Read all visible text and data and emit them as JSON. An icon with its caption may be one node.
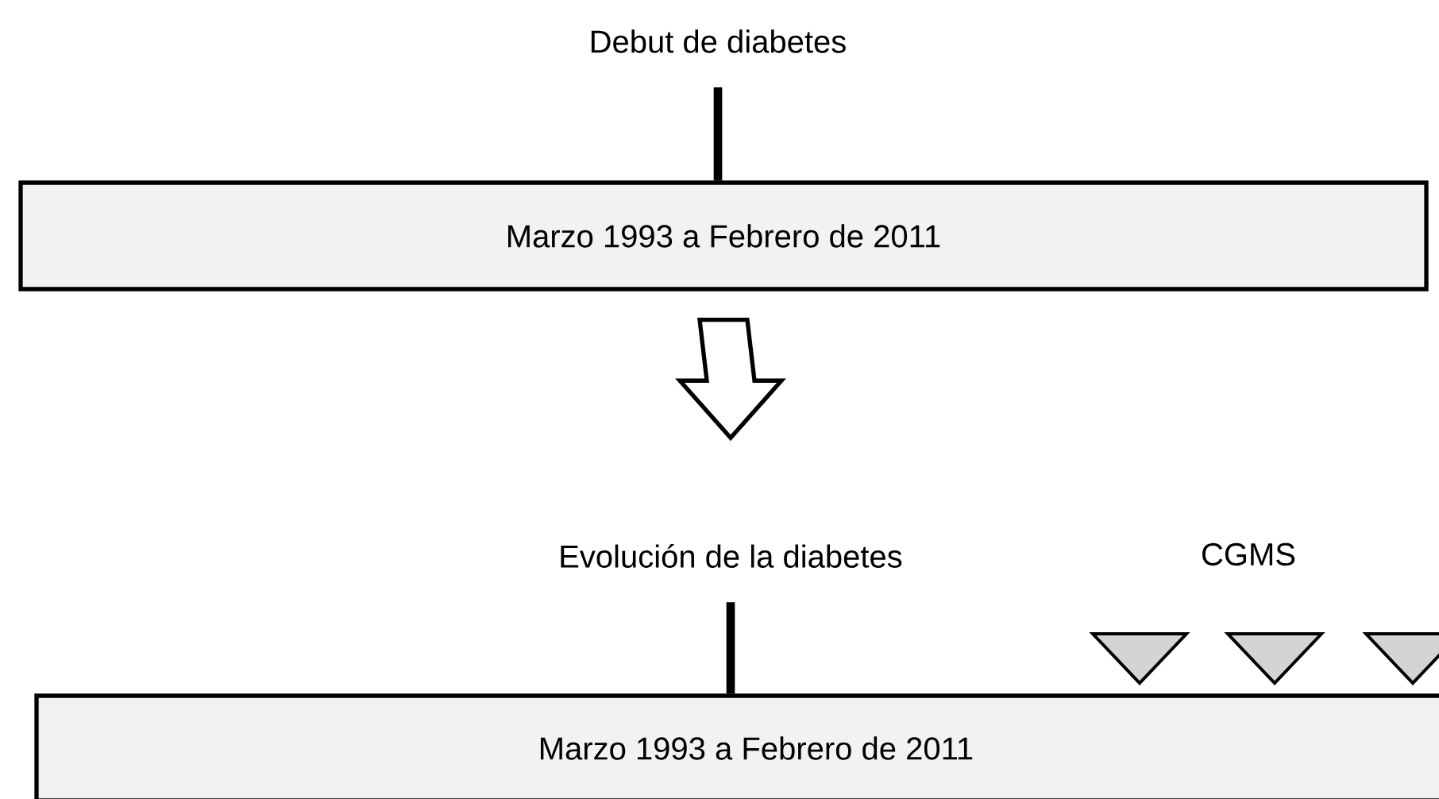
{
  "diagram": {
    "nodes": [
      {
        "text": [
          "Debut de diabetes"
        ]
      },
      {
        "text": [
          "Marzo 1993 a Febrero de 2011"
        ]
      },
      {
        "text": [
          "Evolución de la diabetes"
        ]
      },
      {
        "text": [
          "Marzo 1993 a Febrero de 2011"
        ]
      }
    ],
    "edges": [
      {
        "from": 0,
        "to": 1,
        "arrow": "none"
      },
      {
        "from": 1,
        "to": 2,
        "arrow": "to"
      },
      {
        "from": 2,
        "to": 3,
        "arrow": "none"
      }
    ],
    "labels": [
      "CGMS"
    ]
  }
}
